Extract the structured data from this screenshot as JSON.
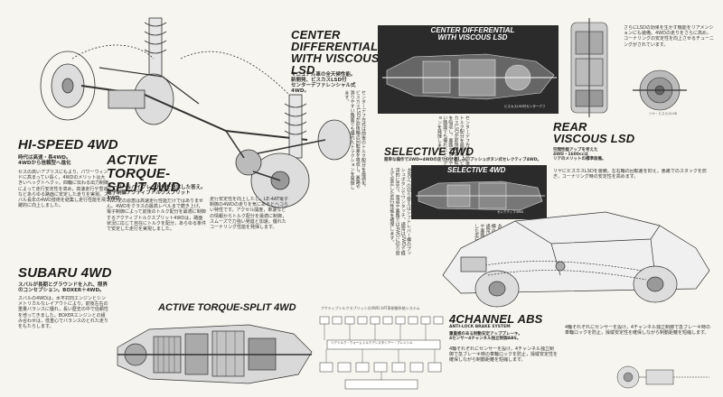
{
  "headings": {
    "hispeed": "HI-SPEED 4WD",
    "active_split": "ACTIVE TORQUE-\nSPLIT 4WD",
    "subaru": "SUBARU 4WD",
    "center_diff": "CENTER\nDIFFERENTIAL\nWITH VISCOUS LSD",
    "center_diff_panel": "CENTER DIFFERENTIAL\nWITH VISCOUS LSD",
    "selective": "SELECTIVE 4WD",
    "selective_panel": "SELECTIVE 4WD",
    "rear_viscous": "REAR\nVISCOUS LSD",
    "active_split_bottom": "ACTIVE TORQUE-SPLIT 4WD",
    "abs": "4CHANNEL ABS",
    "abs_sub": "ANTI-LOCK BRAKE SYSTEM"
  },
  "subheads": {
    "hispeed": "時代は高速・長4WD。\n4WDから信頼型へ進化",
    "active_split": "イージー＆ハイグレード化を追求した答え。\n電子制御アクティブトルクスプリット4WD。",
    "subaru": "スバルが長期とグラウンドを入れ、限界のコンセプション。BOXER＋4WD。",
    "center_diff": "マニュアル車の全天候性能。\n新開発、ビスカスLSD付\nセンターデファレンシャル式4WD。",
    "selective": "簡単な操作で2WD⇔4WDの走り分け楽しみ。プッシュボタン式セレクティブ4WD。",
    "rear_viscous": "空間性能アップを考えた\n4WD・1600ccは\nリアのメリットの標準装備。",
    "abs": "重量感のある制動安定アップブレーキ。\n4センサー4チャンネル独立制御ABS。"
  },
  "captions": {
    "center_diff_photo": "ビスカスLSD付センターデフ",
    "rear_lsd_photo": "リヤ・ビスカスLSD",
    "diagram_table_title": "アクティブトルクスプリット式4WD 4AT車制御系統システム",
    "diagram_inner": "リアトルク・ウォームトルクアシスタシアー・ブレンシル",
    "selective_inner": "セレクティブ4WD"
  },
  "columns": {
    "hispeed_body": "セスの高いアプリスにもより，パワーウィンドに高まってい長く，4WDのメリットは大きいヘッグトヘクッ。四輪に伝わる出力制御によって走行安定性を高め，高速走行や雪道などあらゆる路面に安定した走りを実現。スバル長年の4WD技術を結集し走行性能を飛躍的に向上しました。",
    "active_body": "4WD化の恩恵は高速走行性能だけではありません。4WDをクラスの最高レベルまで磨き上げ，電子制御によって前後のトルク配分を最適に制御するアクティブトルクスプリット4WDは，路面状況に応じて自在にトルクを配分，あらゆる条件で安定した走行を実現しました。",
    "subaru_body": "スバルの4WDは，水平対向エンジンとシンメトリカルなレイアウトにより，前後左右の重量バランスに優れ，長い歴史の中で信頼性を培ってきました。BOXERエンジンとの組み合わせは，低重心でバランスのとれた走りをもたらします。",
    "mid_body": "走行安定性を向上したし，LE-4AT電子制御の4WDの走りを気にあるとヘコらい特性です。アクセル開度，車速などの情報からトルク配分を最適に制御，スムーズで力強い発進と加速，優れたコーナリング性能を発揮します。",
    "center_body": "センターデフ方式は前後のトルク配分を最適化，ビスカスLSDが前後輪の回転差を吸収し，悪路や滑りやすい路面でも優れたトラクションを発揮します。",
    "selective_body": "4WDへの切り替えはシフトレバー横のプッシュボタンでワンタッチ。通常は2WDで経済的に走り，雪道や悪路では4WDに切り替えて安定した走行性能を確保します。",
    "rear_body": "リヤにビスカスLSDを装備。左右輪の回転差を抑え，悪路でのスタックを防ぎ，コーナリング時の安定性を高めます。",
    "abs_body": "4輪それぞれにセンサーを設け，4チャンネル独立制御で急ブレーキ時の車輪ロックを防止，操縦安定性を確保しながら制動距離を短縮します。",
    "far_right_body": "さらにLSDの効果を生かす機能をリアメンションにも装備。4WDの走りをさらに高め，コーナリングの安定性を向上させるチューニングがされています。"
  },
  "colors": {
    "paper": "#f7f5ef",
    "ink": "#1a1a1a",
    "line": "#444444"
  }
}
